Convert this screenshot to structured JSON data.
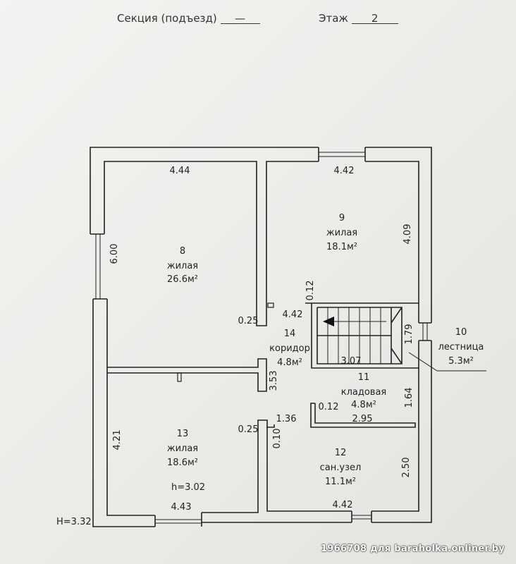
{
  "header": {
    "section_label": "Секция (подъезд)",
    "section_value": "—",
    "floor_label": "Этаж",
    "floor_value": "2"
  },
  "rooms": [
    {
      "num": "8",
      "type": "жилая",
      "area": "26.6м²"
    },
    {
      "num": "9",
      "type": "жилая",
      "area": "18.1м²"
    },
    {
      "num": "10",
      "type": "лестница",
      "area": "5.3м²"
    },
    {
      "num": "11",
      "type": "кладовая",
      "area": "4.8м²"
    },
    {
      "num": "12",
      "type": "сан.узел",
      "area": "11.1м²"
    },
    {
      "num": "13",
      "type": "жилая",
      "area": "18.6м²"
    },
    {
      "num": "14",
      "type": "коридор",
      "area": "4.8м²"
    }
  ],
  "dims": {
    "d8_w": "4.44",
    "d8_h": "6.00",
    "d9_w": "4.42",
    "d9_h": "4.09",
    "d13_w": "4.43",
    "d13_h": "4.21",
    "d12_w": "4.42",
    "d12_h": "2.50",
    "d11_h": "1.64",
    "d11_w": "2.95",
    "d11_t": "0.12",
    "d10_h": "1.79",
    "d10_w": "3.07",
    "cor_w": "4.42",
    "cor_h": "3.53",
    "t012": "0.12",
    "t025a": "0.25",
    "t025b": "0.25",
    "t136": "1.36",
    "t010": "0.10"
  },
  "h_room": "h=3.02",
  "h_total": "H=3.32",
  "watermark": "1966708 для baraholka.onliner.by"
}
